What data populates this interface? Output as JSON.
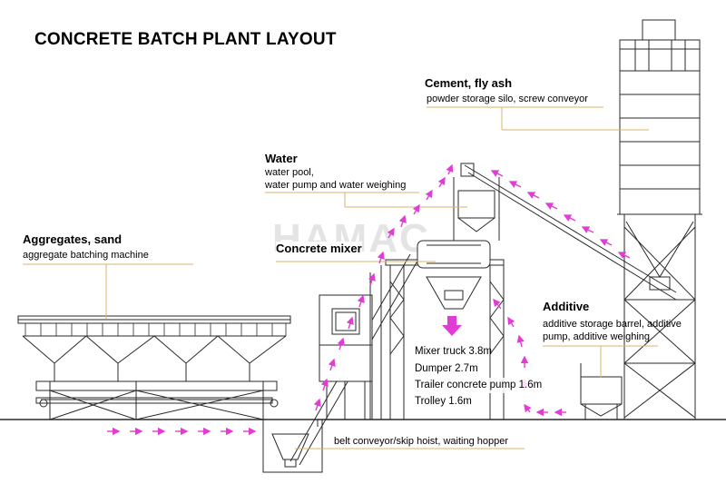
{
  "title": "CONCRETE BATCH PLANT LAYOUT",
  "watermark": "HAMAC",
  "labels": {
    "cement_title": "Cement, fly ash",
    "cement_sub": "powder storage silo, screw conveyor",
    "water_title": "Water",
    "water_sub1": "water pool,",
    "water_sub2": "water pump and water weighing",
    "aggregates_title": "Aggregates, sand",
    "aggregates_sub": "aggregate batching machine",
    "mixer_title": "Concrete mixer",
    "additive_title": "Additive",
    "additive_sub1": "additive storage barrel, additive",
    "additive_sub2": "pump, additive weighing",
    "belt": "belt conveyor/skip hoist, waiting hopper",
    "discharge_1": "Mixer truck 3.8m",
    "discharge_2": "Dumper 2.7m",
    "discharge_3": "Trailer concrete pump 1.6m",
    "discharge_4": "Trolley 1.6m"
  },
  "colors": {
    "leader_line": "#d8b56a",
    "flow_arrow": "#e23cd6",
    "line_art": "#2a2a2a",
    "watermark": "#e4e4e4"
  }
}
